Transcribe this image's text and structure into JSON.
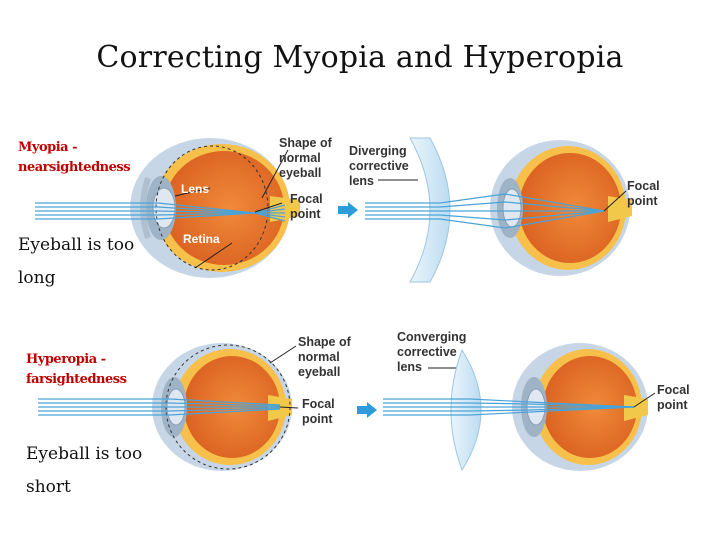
{
  "title": "Correcting Myopia and Hyperopia",
  "myopia": {
    "heading_line1": "Myopia -",
    "heading_line2": "nearsightedness",
    "note_line1": "Eyeball is too",
    "note_line2": "long",
    "labels": {
      "shape_line1": "Shape of",
      "shape_line2": "normal",
      "shape_line3": "eyeball",
      "lens": "Lens",
      "retina": "Retina",
      "focal_line1": "Focal",
      "focal_line2": "point",
      "corrective_line1": "Diverging",
      "corrective_line2": "corrective",
      "corrective_line3": "lens",
      "focal2_line1": "Focal",
      "focal2_line2": "point"
    }
  },
  "hyperopia": {
    "heading_line1": "Hyperopia -",
    "heading_line2": "farsightedness",
    "note_line1": "Eyeball is too",
    "note_line2": "short",
    "labels": {
      "shape_line1": "Shape of",
      "shape_line2": "normal",
      "shape_line3": "eyeball",
      "focal_line1": "Focal",
      "focal_line2": "point",
      "corrective_line1": "Converging",
      "corrective_line2": "corrective",
      "corrective_line3": "lens",
      "focal2_line1": "Focal",
      "focal2_line2": "point"
    }
  },
  "colors": {
    "sclera": "#f3b23a",
    "vitreous": "#e8742a",
    "ray": "#4aa3d8",
    "arrow": "#2e9bdc",
    "lens_glass": "#d6ebf7",
    "nerve": "#f2c84b",
    "eye_shell": "#b9cde0"
  }
}
